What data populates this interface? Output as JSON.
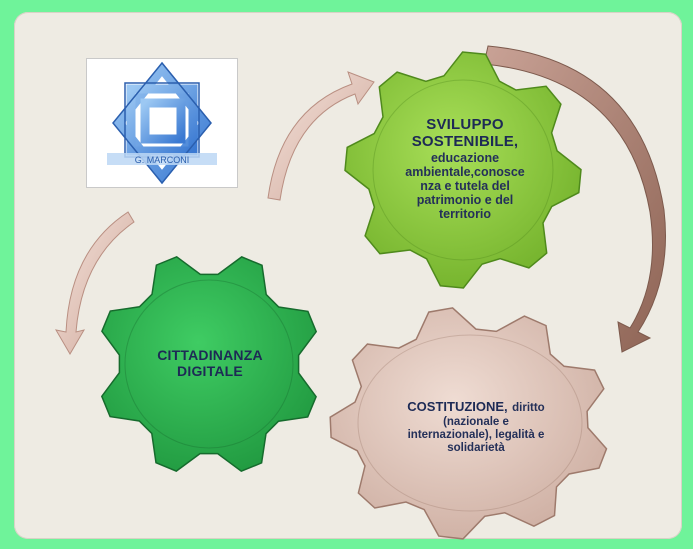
{
  "colors": {
    "frame": "#6ff39a",
    "panel": "#eeebe3",
    "gear_sviluppo": "#8ccc3e",
    "gear_cittadinanza": "#2fb353",
    "gear_costituzione": "#e2c7bb",
    "arrow": "#d9b8ad",
    "logo_blue": "#4d8fe0"
  },
  "logo": {
    "icon": "school-logo-interlocked-squares-icon",
    "text": "G. MARCONI"
  },
  "gears": {
    "sviluppo": {
      "title_line1": "SVILUPPO",
      "title_line2": "SOSTENIBILE,",
      "subtitle_lines": [
        "educazione",
        "ambientale,conosce",
        "nza e tutela del",
        "patrimonio e del",
        "territorio"
      ]
    },
    "cittadinanza": {
      "title_line1": "CITTADINANZA",
      "title_line2": "DIGITALE"
    },
    "costituzione": {
      "title": "COSTITUZIONE,",
      "subtitle_first": "diritto",
      "subtitle_lines": [
        "(nazionale e",
        "internazionale), legalità e",
        "solidarietà"
      ]
    }
  }
}
